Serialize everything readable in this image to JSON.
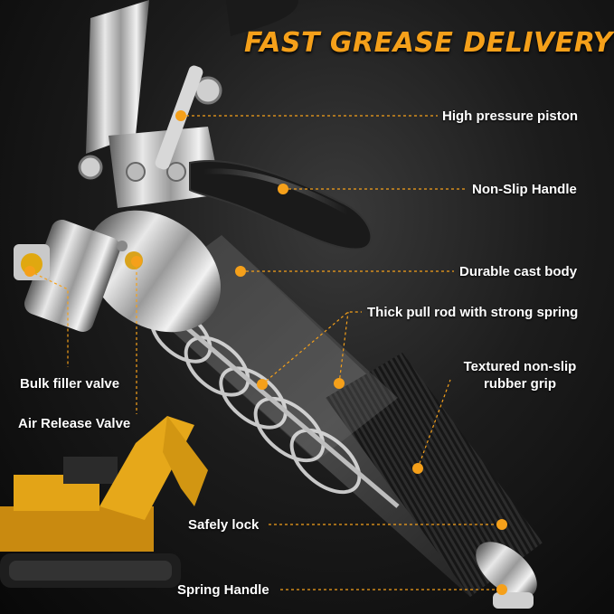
{
  "headline": "FAST GREASE DELIVERY",
  "colors": {
    "accent": "#f5a01a",
    "label_text": "#ffffff",
    "background": "#0d0d0d"
  },
  "callouts": {
    "piston": "High pressure piston",
    "handle": "Non-Slip Handle",
    "body": "Durable cast body",
    "rod": "Thick pull rod with strong spring",
    "grip_line1": "Textured non-slip",
    "grip_line2": "rubber grip",
    "filler": "Bulk filler valve",
    "air": "Air Release Valve",
    "lock": "Safely lock",
    "spring_handle": "Spring Handle"
  }
}
